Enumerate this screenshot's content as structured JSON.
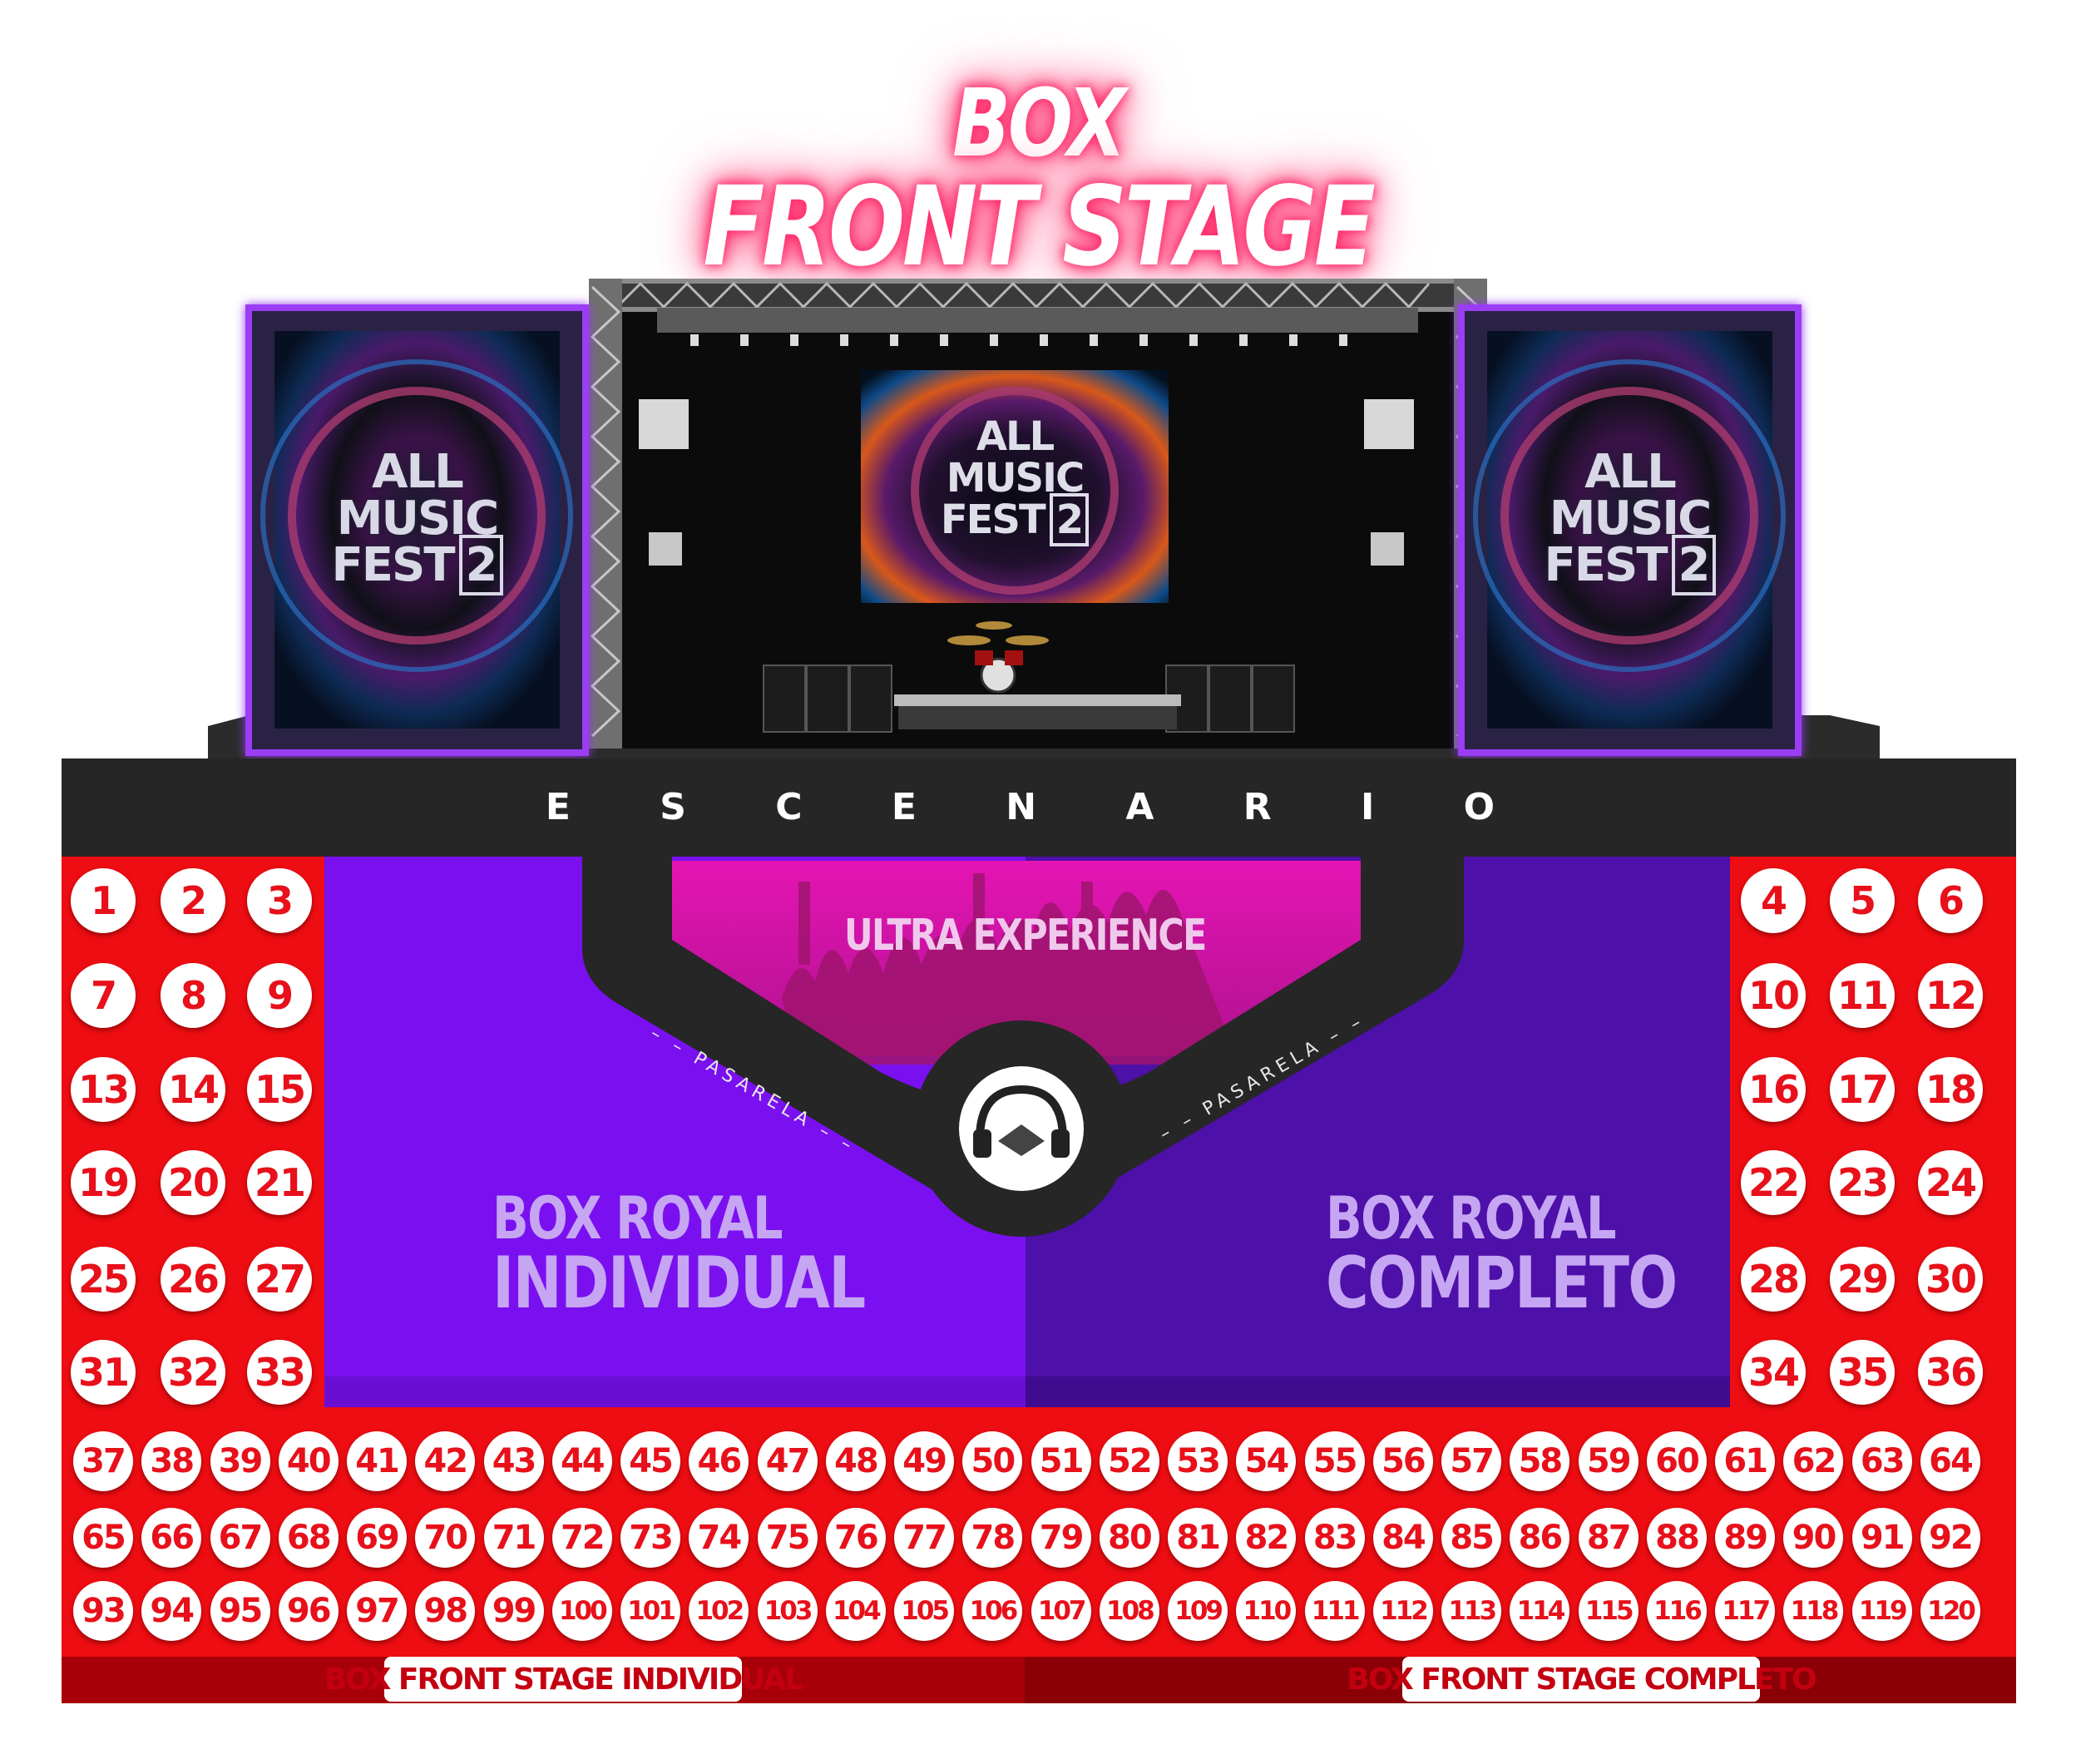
{
  "header": {
    "title_line1": "BOX",
    "title_line2": "FRONT STAGE"
  },
  "screens": {
    "brand_line1": "ALL",
    "brand_line2": "MUSIC",
    "brand_line3": "FEST",
    "brand_number": "2"
  },
  "stage": {
    "label": "E S C E N A R I O"
  },
  "ultra": {
    "label": "ULTRA EXPERIENCE"
  },
  "runway": {
    "left": "– – PASARELA – –",
    "right": "– – PASARELA – –"
  },
  "zones": {
    "royal_individual": {
      "line1": "BOX ROYAL",
      "line2": "INDIVIDUAL"
    },
    "royal_completo": {
      "line1": "BOX ROYAL",
      "line2": "COMPLETO"
    }
  },
  "bottom_labels": {
    "left": "BOX FRONT STAGE INDIVIDUAL",
    "right": "BOX FRONT STAGE COMPLETO"
  },
  "seats": {
    "left_block": [
      1,
      2,
      3,
      7,
      8,
      9,
      13,
      14,
      15,
      19,
      20,
      21,
      25,
      26,
      27,
      31,
      32,
      33
    ],
    "right_block": [
      4,
      5,
      6,
      10,
      11,
      12,
      16,
      17,
      18,
      22,
      23,
      24,
      28,
      29,
      30,
      34,
      35,
      36
    ],
    "row_a": [
      37,
      38,
      39,
      40,
      41,
      42,
      43,
      44,
      45,
      46,
      47,
      48,
      49,
      50,
      51,
      52,
      53,
      54,
      55,
      56,
      57,
      58,
      59,
      60,
      61,
      62,
      63,
      64
    ],
    "row_b": [
      65,
      66,
      67,
      68,
      69,
      70,
      71,
      72,
      73,
      74,
      75,
      76,
      77,
      78,
      79,
      80,
      81,
      82,
      83,
      84,
      85,
      86,
      87,
      88,
      89,
      90,
      91,
      92
    ],
    "row_c": [
      93,
      94,
      95,
      96,
      97,
      98,
      99,
      100,
      101,
      102,
      103,
      104,
      105,
      106,
      107,
      108,
      109,
      110,
      111,
      112,
      113,
      114,
      115,
      116,
      117,
      118,
      119,
      120
    ]
  },
  "colors": {
    "red_zone": "#ee0d12",
    "dark_red_strip": "#a80008",
    "purple_left": "#7a10f0",
    "purple_right": "#4d10a8",
    "magenta": "#e514b4",
    "stage_black": "#262626",
    "neon_pink": "#ff2a6a",
    "screen_border": "#9b3cf5"
  }
}
